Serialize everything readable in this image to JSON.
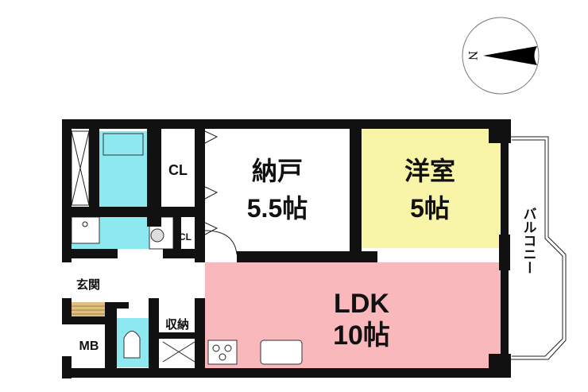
{
  "compass": {
    "north_label": "N"
  },
  "rooms": {
    "storage_room": {
      "name": "納戸",
      "size": "5.5帖"
    },
    "western_room": {
      "name": "洋室",
      "size": "5帖"
    },
    "ldk": {
      "name": "LDK",
      "size": "10帖"
    },
    "closet_large": "CL",
    "closet_small": "CL",
    "entrance": "玄関",
    "storage": "収納",
    "meter_box": "MB",
    "balcony": "バルコニー"
  },
  "colors": {
    "wall": "#111111",
    "water": "#8ee8f0",
    "western_room": "#f8f5a8",
    "ldk": "#f8b8bc",
    "entrance_step": "#e0c080"
  }
}
